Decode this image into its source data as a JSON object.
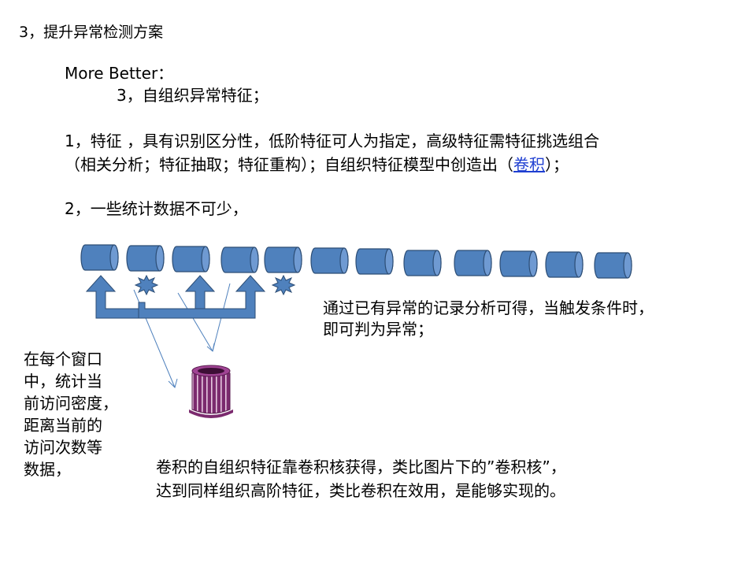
{
  "title": "3，提升异常检测方案",
  "section": {
    "heading": "More Better：",
    "sub_item": "3，自组织异常特征；"
  },
  "point1": {
    "line1": "1，特征 ，具有识别区分性，低阶特征可人为指定，高级特征需特征挑选组合",
    "line2_before": "（相关分析；特征抽取；特征重构）；自组织特征模型中创造出（",
    "line2_link": "卷积",
    "line2_after": "）；"
  },
  "point2": "2，一些统计数据不可少，",
  "record_note": {
    "line1": "通过已有异常的记录分析可得，当触发条件时，",
    "line2": "即可判为异常；"
  },
  "window_note": {
    "lines": [
      "在每个窗口",
      "中，统计当",
      "前访问密度，",
      "距离当前的",
      "访问次数等",
      "数据，"
    ]
  },
  "kernel_note": {
    "line1": "卷积的自组织特征靠卷积核获得，类比图片下的”卷积核”，",
    "line2": "达到同样组织高阶特征，类比卷积在效用，是能够实现的。"
  },
  "colors": {
    "cylinder_fill": "#4f81bd",
    "cylinder_stroke": "#2c4d75",
    "kernel_fill": "#7b2a6e",
    "arrow_line": "#4f81bd"
  }
}
